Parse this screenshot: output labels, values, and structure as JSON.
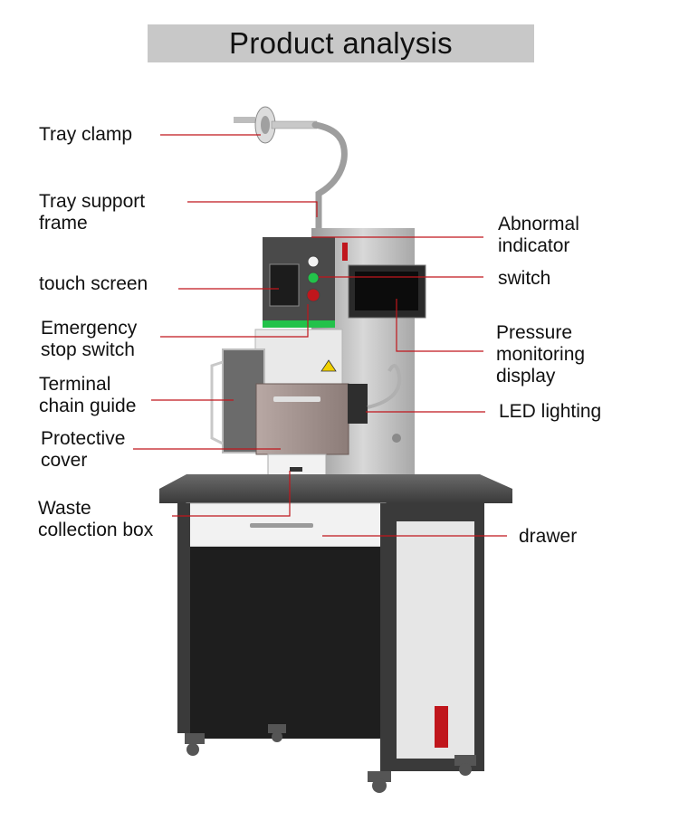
{
  "title": "Product analysis",
  "labels": {
    "tray_clamp": "Tray clamp",
    "tray_support_frame": [
      "Tray support",
      "frame"
    ],
    "touch_screen": "touch screen",
    "emergency_stop": [
      "Emergency",
      "stop switch"
    ],
    "terminal_chain_guide": [
      "Terminal",
      "chain guide"
    ],
    "protective_cover": [
      "Protective",
      "cover"
    ],
    "waste_collection_box": [
      "Waste",
      "collection box"
    ],
    "abnormal_indicator": [
      "Abnormal",
      "indicator"
    ],
    "switch": "switch",
    "pressure_display": [
      "Pressure",
      "monitoring",
      "display"
    ],
    "led_lighting": "LED lighting",
    "drawer": "drawer"
  },
  "colors": {
    "leader_line": "#c0161c",
    "title_bg": "#c8c8c8",
    "frame_dark": "#3a3a3a",
    "panel_light": "#e6e6e6",
    "indicator_green": "#22c24a",
    "indicator_red": "#c0161c"
  }
}
